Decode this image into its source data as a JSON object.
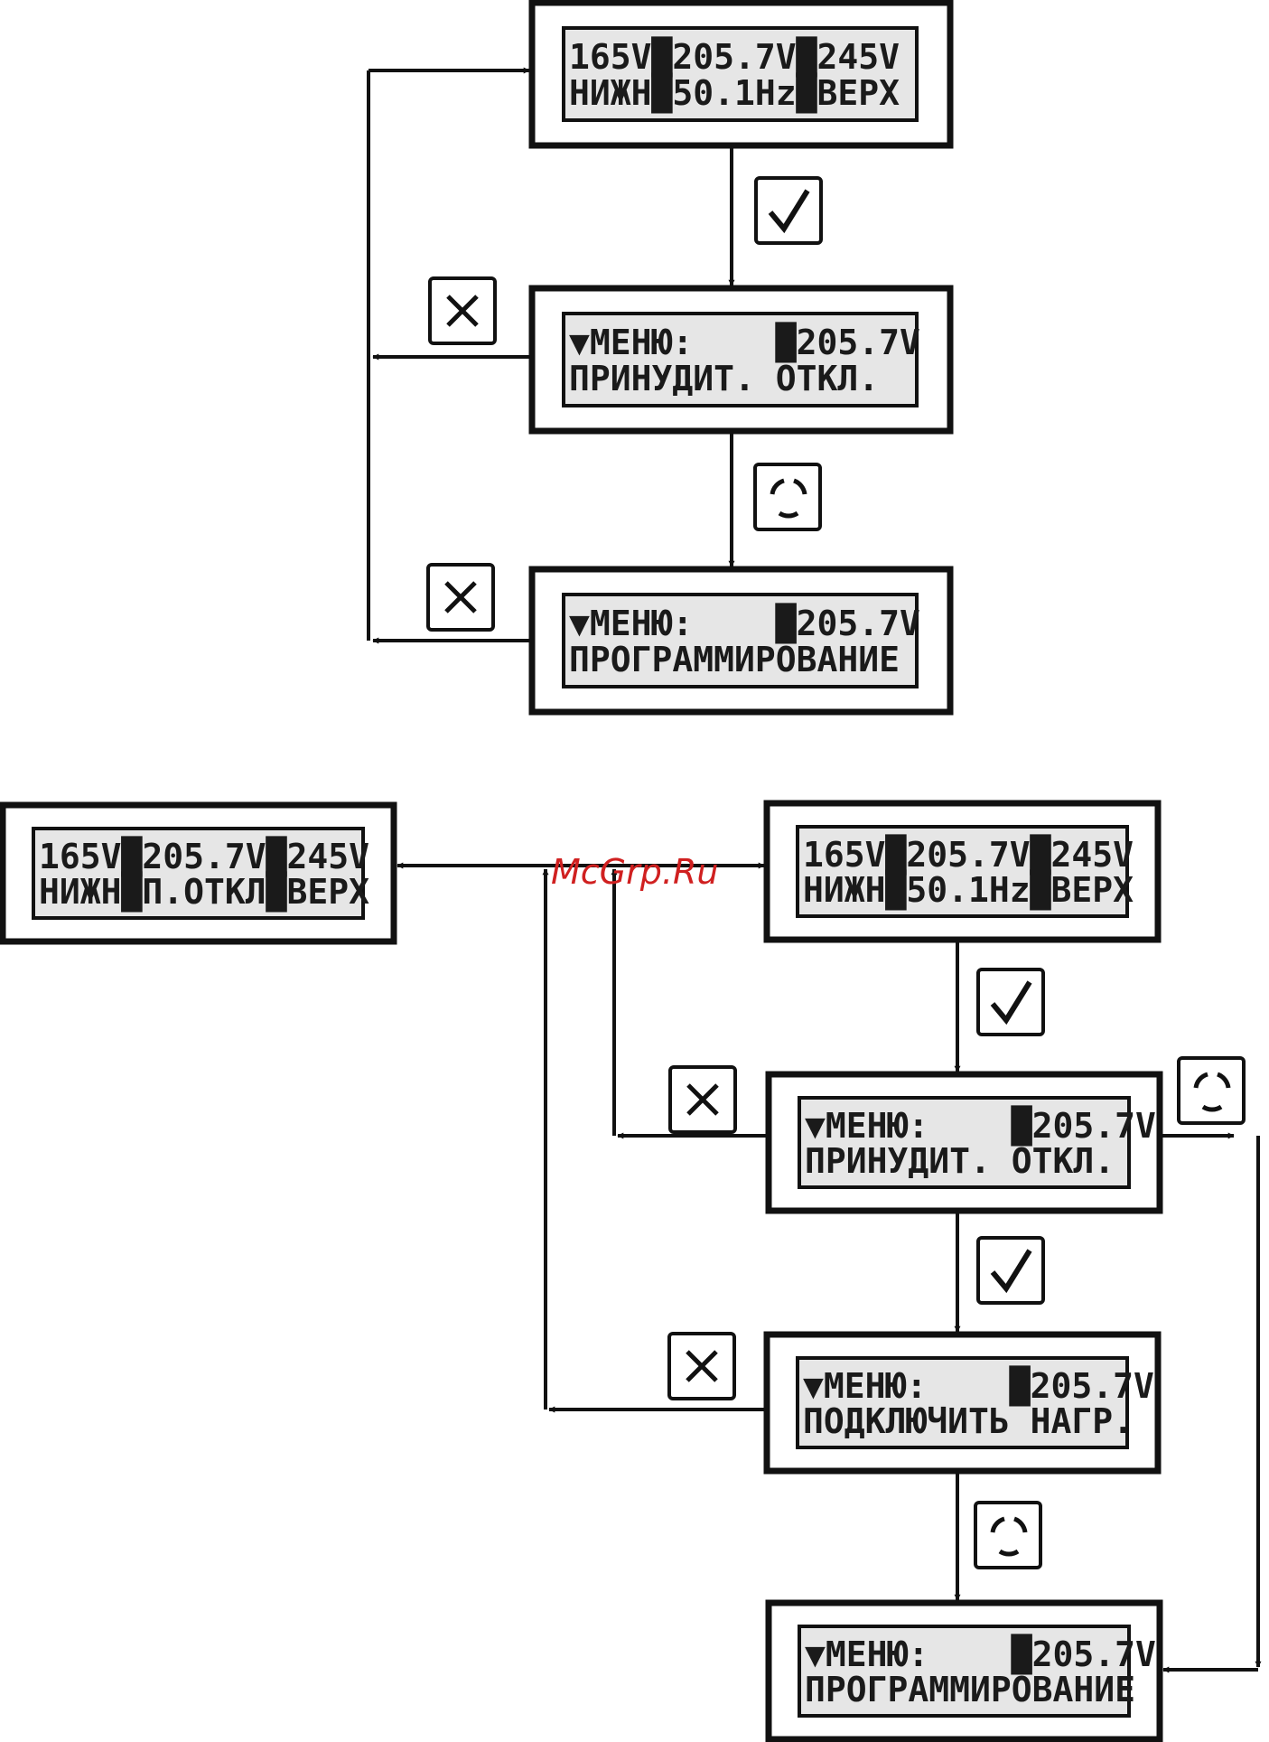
{
  "watermark": "McGrp.Ru",
  "colors": {
    "line": "#111111",
    "lcd_bg": "#e6e6e6",
    "watermark": "#d02020"
  },
  "icons": {
    "ok": "check-icon",
    "cancel": "cross-icon",
    "rotate": "rotate-icon"
  },
  "screens": [
    {
      "id": "s1",
      "line1": "165V█205.7V█245V",
      "line2": "НИЖН█50.1Hz█ВЕРХ"
    },
    {
      "id": "s2",
      "line1": "▼МЕНЮ:    █205.7V",
      "line2": "ПРИНУДИТ. ОТКЛ."
    },
    {
      "id": "s3",
      "line1": "▼МЕНЮ:    █205.7V",
      "line2": "ПРОГРАММИРОВАНИЕ"
    },
    {
      "id": "s4",
      "line1": "165V█205.7V█245V",
      "line2": "НИЖН█П.ОТКЛ█ВЕРХ"
    },
    {
      "id": "s5",
      "line1": "165V█205.7V█245V",
      "line2": "НИЖН█50.1Hz█ВЕРХ"
    },
    {
      "id": "s6",
      "line1": "▼МЕНЮ:    █205.7V",
      "line2": "ПРИНУДИТ. ОТКЛ."
    },
    {
      "id": "s7",
      "line1": "▼МЕНЮ:    █205.7V",
      "line2": "ПОДКЛЮЧИТЬ НАГР."
    },
    {
      "id": "s8",
      "line1": "▼МЕНЮ:    █205.7V",
      "line2": "ПРОГРАММИРОВАНИЕ"
    }
  ]
}
